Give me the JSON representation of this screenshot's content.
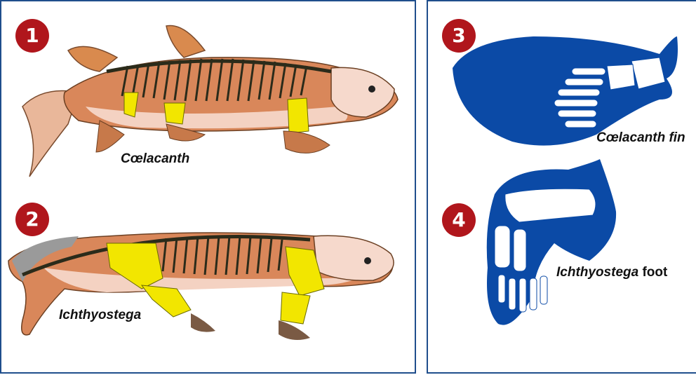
{
  "panels": [
    {
      "badge": "1",
      "caption_italic": "Cœlacanth",
      "caption_plain": ""
    },
    {
      "badge": "2",
      "caption_italic": "Ichthyostega",
      "caption_plain": ""
    },
    {
      "badge": "3",
      "caption_italic": "Cœlacanth fin",
      "caption_plain": ""
    },
    {
      "badge": "4",
      "caption_italic": "Ichthyostega",
      "caption_plain": " foot"
    }
  ],
  "colors": {
    "border": "#1f4e8c",
    "badge": "#b0161c",
    "fin_blue": "#0b4aa6",
    "bone_yellow": "#f2e600",
    "body_orange": "#d77a3a",
    "skin_pink": "#f6d9cc"
  }
}
